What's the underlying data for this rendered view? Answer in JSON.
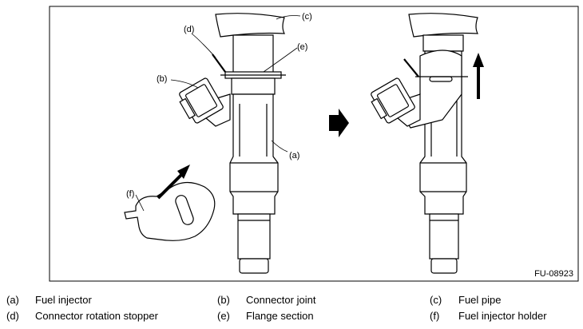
{
  "figure": {
    "code": "FU-08923",
    "callouts": {
      "a": "(a)",
      "b": "(b)",
      "c": "(c)",
      "d": "(d)",
      "e": "(e)",
      "f": "(f)"
    }
  },
  "legend": [
    {
      "key": "(a)",
      "text": "Fuel injector"
    },
    {
      "key": "(b)",
      "text": "Connector joint"
    },
    {
      "key": "(c)",
      "text": "Fuel pipe"
    },
    {
      "key": "(d)",
      "text": "Connector rotation stopper"
    },
    {
      "key": "(e)",
      "text": "Flange section"
    },
    {
      "key": "(f)",
      "text": "Fuel injector holder"
    }
  ]
}
